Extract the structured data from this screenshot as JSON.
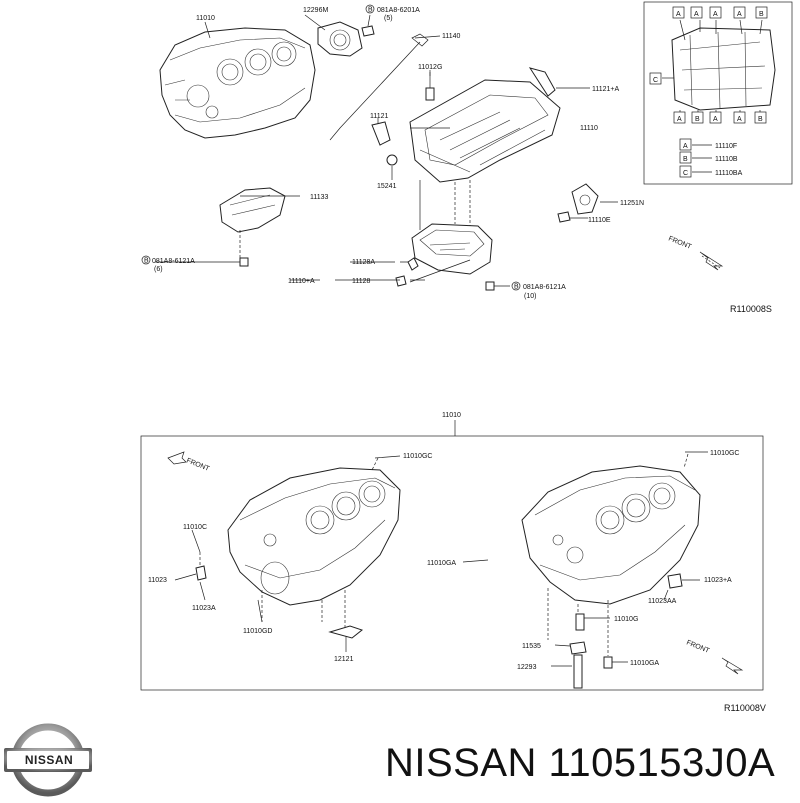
{
  "top_diagram": {
    "labels": {
      "p11010": "11010",
      "p12296m": "12296M",
      "b_bolt1": "B",
      "bolt1_code": "081A8-6201A",
      "bolt1_qty": "(5)",
      "p11140": "11140",
      "p11012g": "11012G",
      "p11121a": "11121+A",
      "p11121": "11121",
      "p11110": "11110",
      "p15241": "15241",
      "p11133": "11133",
      "p11251n": "11251N",
      "p11110e": "11110E",
      "b_bolt2": "B",
      "bolt2_code": "081A8-6121A",
      "bolt2_qty": "(6)",
      "p11128a": "11128A",
      "p11110a": "11110+A",
      "p11128": "11128",
      "b_bolt3": "B",
      "bolt3_code": "081A8-6121A",
      "bolt3_qty": "(10)",
      "front": "FRONT",
      "ref": "R110008S"
    },
    "inset": {
      "letters_top": [
        "A",
        "A",
        "A",
        "A",
        "B"
      ],
      "letter_side": "C",
      "letters_bottom": [
        "A",
        "B",
        "A",
        "A",
        "B"
      ],
      "legend": [
        {
          "key": "A",
          "part": "11110F"
        },
        {
          "key": "B",
          "part": "11110B"
        },
        {
          "key": "C",
          "part": "11110BA"
        }
      ]
    }
  },
  "bottom_diagram": {
    "labels": {
      "p11010": "11010",
      "p11010gc_l": "11010GC",
      "p11010gc_r": "11010GC",
      "front_l": "FRONT",
      "front_r": "FRONT",
      "p11010c": "11010C",
      "p11023": "11023",
      "p11023a": "11023A",
      "p11010gd": "11010GD",
      "p12121": "12121",
      "p11010ga_l": "11010GA",
      "p11023a_r": "11023+A",
      "p11023aa": "11023AA",
      "p11010g": "11010G",
      "p11535": "11535",
      "p12293": "12293",
      "p11010ga_r": "11010GA",
      "ref": "R110008V"
    }
  },
  "brand": {
    "logo_text": "NISSAN",
    "part_number": "NISSAN 1105153J0A"
  }
}
